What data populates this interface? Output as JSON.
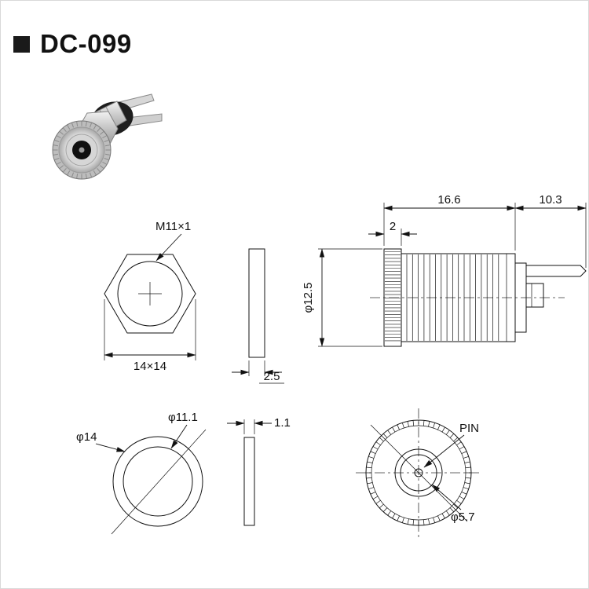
{
  "page": {
    "title": "DC-099"
  },
  "colors": {
    "line": "#111111",
    "background": "#ffffff"
  },
  "labels": {
    "hex_thread": "M11×1",
    "hex_size": "14×14",
    "nut_thickness": "2.5",
    "body_length": "16.6",
    "pin_length": "10.3",
    "knurl_width": "2",
    "body_diameter": "φ12.5",
    "washer_outer": "φ14",
    "washer_inner": "φ11.1",
    "washer_thickness": "1.1",
    "pin_label": "PIN",
    "pin_diameter": "φ5.7"
  }
}
